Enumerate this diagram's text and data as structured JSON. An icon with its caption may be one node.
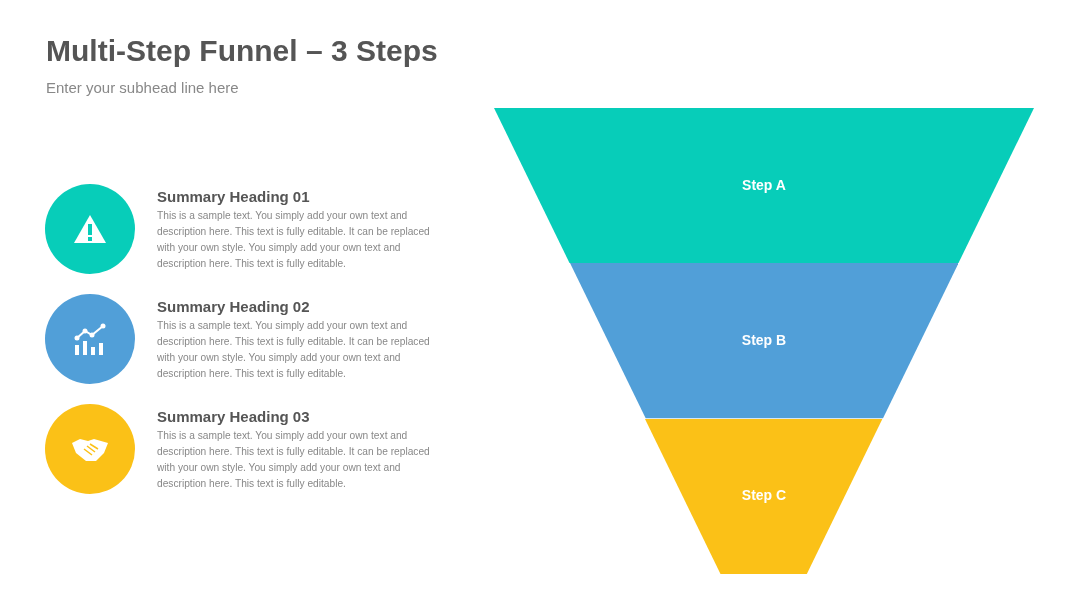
{
  "diagram": {
    "title": "Multi-Step Funnel – 3 Steps",
    "nodes": [
      {
        "text": [
          "Step A"
        ]
      },
      {
        "text": [
          "Step B"
        ]
      },
      {
        "text": [
          "Step C"
        ]
      }
    ],
    "labels": [
      "Enter your subhead line here",
      "Summary Heading 01",
      "This is a sample text. You simply add your own text and description here. This text is fully editable. It can be replaced with your own style. You simply add your own text and description here. This text is fully editable.",
      "Summary Heading 02",
      "This is a sample text. You simply add your own text and description here. This text is fully editable. It can be replaced with your own style. You simply add your own text and description here. This text is fully editable.",
      "Summary Heading 03",
      "This is a sample text. You simply add your own text and description here. This text is fully editable. It can be replaced with your own style. You simply add your own text and description here. This text is fully editable."
    ]
  }
}
